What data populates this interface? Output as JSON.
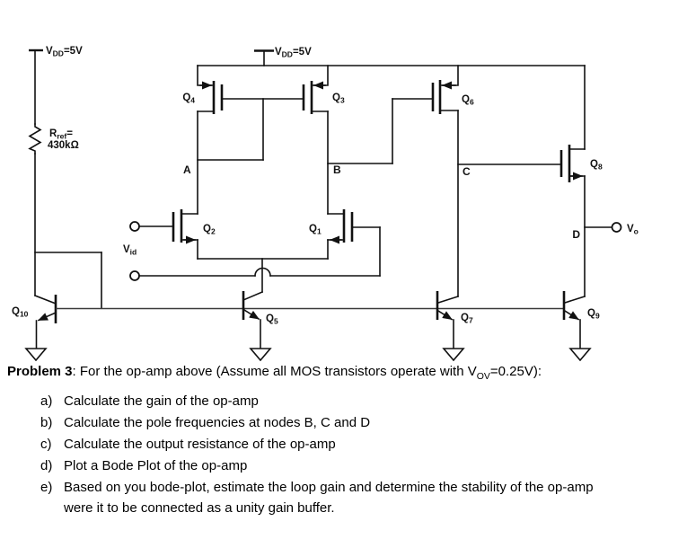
{
  "circuit": {
    "supply_left": {
      "v": "V",
      "sub": "DD",
      "eq": "=5V"
    },
    "supply_center": {
      "v": "V",
      "sub": "DD",
      "eq": "=5V"
    },
    "resistor": {
      "r": "R",
      "sub": "ref",
      "eq": "=",
      "value": "430kΩ"
    },
    "transistors": {
      "q1": {
        "sym": "Q",
        "sub": "1"
      },
      "q2": {
        "sym": "Q",
        "sub": "2"
      },
      "q3": {
        "sym": "Q",
        "sub": "3"
      },
      "q4": {
        "sym": "Q",
        "sub": "4"
      },
      "q5": {
        "sym": "Q",
        "sub": "5"
      },
      "q6": {
        "sym": "Q",
        "sub": "6"
      },
      "q7": {
        "sym": "Q",
        "sub": "7"
      },
      "q8": {
        "sym": "Q",
        "sub": "8"
      },
      "q9": {
        "sym": "Q",
        "sub": "9"
      },
      "q10": {
        "sym": "Q",
        "sub": "10"
      }
    },
    "nodes": {
      "a": "A",
      "b": "B",
      "c": "C",
      "d": "D"
    },
    "input": {
      "v": "V",
      "sub": "id"
    },
    "output": {
      "v": "V",
      "sub": "o"
    }
  },
  "problem": {
    "title": "Problem 3",
    "intro_pre": ": For the op-amp above (Assume all MOS transistors operate with V",
    "intro_sub": "OV",
    "intro_post": "=0.25V):",
    "items": [
      {
        "marker": "a)",
        "text": "Calculate the gain of the op-amp"
      },
      {
        "marker": "b)",
        "text": "Calculate the pole frequencies at nodes B, C and D"
      },
      {
        "marker": "c)",
        "text": "Calculate the output resistance of the op-amp"
      },
      {
        "marker": "d)",
        "text": "Plot a Bode Plot of the op-amp"
      },
      {
        "marker": "e)",
        "text": "Based on you bode-plot, estimate the loop gain and determine the stability of the op-amp",
        "text2": "were it to be connected as a unity gain buffer."
      }
    ]
  }
}
